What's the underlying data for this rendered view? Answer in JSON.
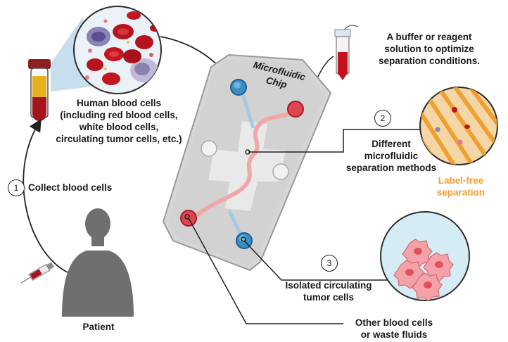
{
  "labels": {
    "human_blood_cells": "Human blood cells",
    "including": "(including red blood cells,",
    "white": "white blood  cells,",
    "ctc": "circulating tumor cells, etc.)",
    "collect": "Collect blood cells",
    "patient": "Patient",
    "buffer_l1": "A buffer or reagent",
    "buffer_l2": "solution to optimize",
    "buffer_l3": "separation conditions.",
    "chip_l1": "Microfluidic",
    "chip_l2": "Chip",
    "methods_l1": "Different",
    "methods_l2": "microfluidic",
    "methods_l3": "separation methods",
    "labelfree_l1": "Label-free",
    "labelfree_l2": "separation",
    "isolated_l1": "Isolated circulating",
    "isolated_l2": "tumor cells",
    "other_l1": "Other blood cells",
    "other_l2": "or waste fluids"
  },
  "steps": {
    "s1": "1",
    "s2": "2",
    "s3": "3"
  },
  "colors": {
    "accent_orange": "#f0a030",
    "chip_gray": "#d6d6d6",
    "red_inlet": "#e0454f",
    "blue_outlet": "#3a8fc4",
    "blood_red": "#a3151b",
    "plasma_yellow": "#e8b020",
    "silhouette_gray": "#6f6f6f"
  },
  "icons": [
    "blood-tube-icon",
    "patient-silhouette-icon",
    "syringe-icon",
    "pipette-tube-icon",
    "microfluidic-chip-icon",
    "magnifier-circle-icon"
  ]
}
